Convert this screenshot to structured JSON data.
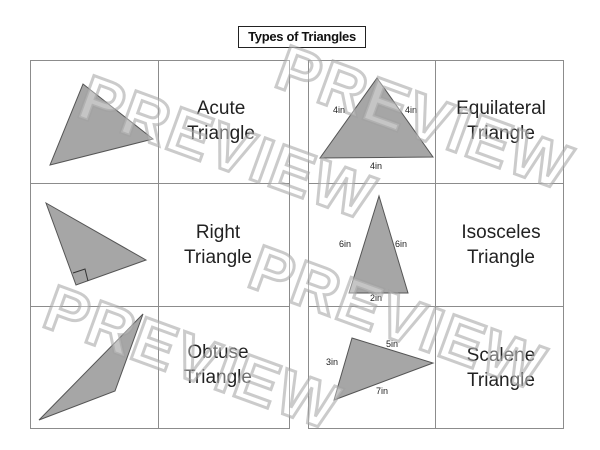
{
  "title": "Types of Triangles",
  "watermark": "PREVIEW",
  "colors": {
    "triangle_fill": "#a6a6a6",
    "triangle_stroke": "#555555",
    "grid": "#8c8c8c"
  },
  "cards": [
    {
      "name": "Acute",
      "line1": "Acute",
      "line2": "Triangle"
    },
    {
      "name": "Right",
      "line1": "Right",
      "line2": "Triangle"
    },
    {
      "name": "Obtuse",
      "line1": "Obtuse",
      "line2": "Triangle"
    },
    {
      "name": "Equilateral",
      "line1": "Equilateral",
      "line2": "Triangle",
      "sides": [
        "4in",
        "4in",
        "4in"
      ]
    },
    {
      "name": "Isosceles",
      "line1": "Isosceles",
      "line2": "Triangle",
      "sides": [
        "6in",
        "6in",
        "2in"
      ]
    },
    {
      "name": "Scalene",
      "line1": "Scalene",
      "line2": "Triangle",
      "sides": [
        "3in",
        "5in",
        "7in"
      ]
    }
  ]
}
